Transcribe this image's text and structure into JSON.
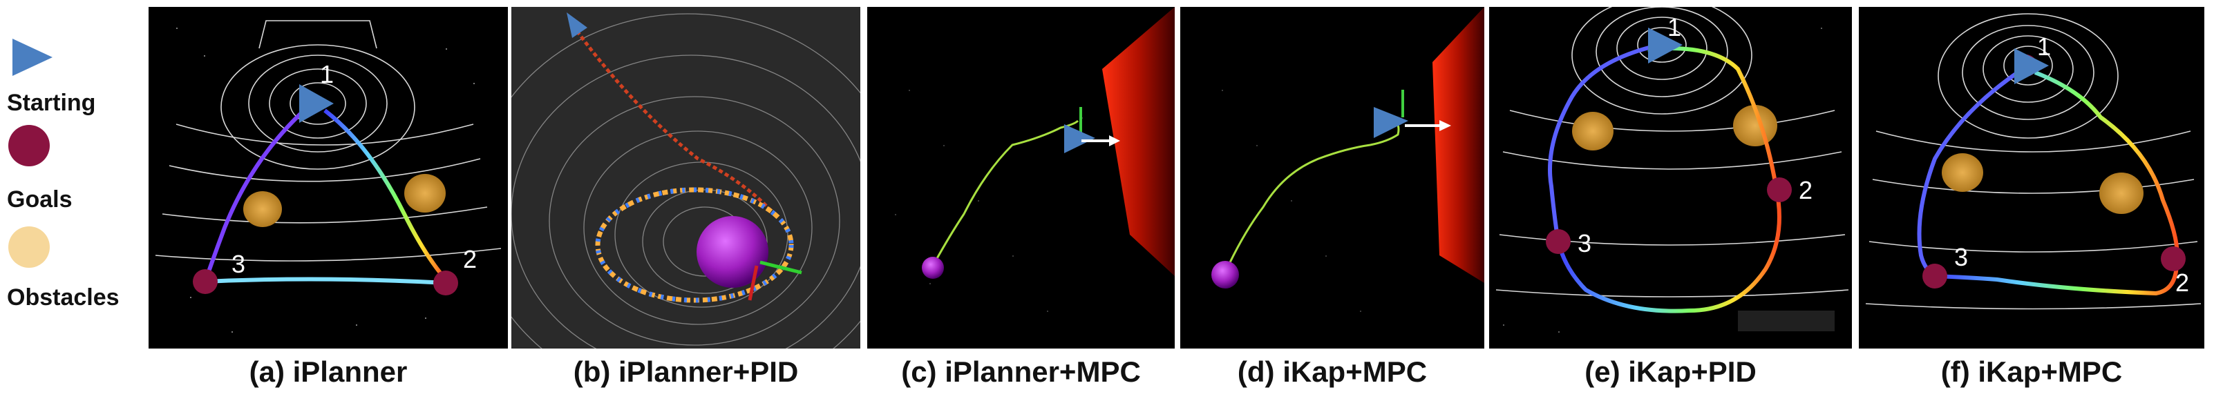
{
  "legend": {
    "starting_label": "Starting",
    "goals_label": "Goals",
    "obstacles_label": "Obstacles"
  },
  "colors": {
    "start_marker": "#4a7fc1",
    "goal_marker": "#8a1340",
    "obstacle_marker": "#f6d79a",
    "panel_background": "#000000"
  },
  "panels": [
    {
      "caption": "(a) iPlanner",
      "labels": [
        "1",
        "2",
        "3"
      ]
    },
    {
      "caption": "(b) iPlanner+PID"
    },
    {
      "caption": "(c) iPlanner+MPC"
    },
    {
      "caption": "(d) iKap+MPC"
    },
    {
      "caption": "(e) iKap+PID",
      "labels": [
        "1",
        "2",
        "3"
      ]
    },
    {
      "caption": "(f) iKap+MPC",
      "labels": [
        "1",
        "2",
        "3"
      ]
    }
  ]
}
